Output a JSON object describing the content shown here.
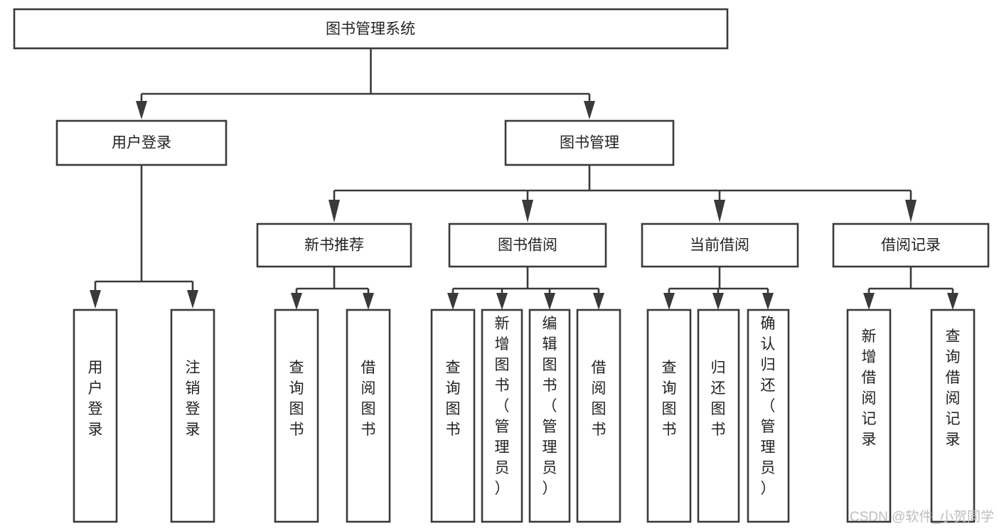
{
  "diagram": {
    "type": "tree-hierarchy",
    "title": "图书管理系统",
    "orientation": "top-down",
    "colors": {
      "box_stroke": "#3a3a3a",
      "box_fill": "#ffffff",
      "connector": "#3a3a3a",
      "text": "#222222",
      "watermark": "#bdbdbd",
      "background": "#ffffff"
    },
    "levels": [
      {
        "level": 1,
        "nodes": [
          {
            "id": "root",
            "label": "图书管理系统",
            "orientation": "horizontal"
          }
        ]
      },
      {
        "level": 2,
        "nodes": [
          {
            "id": "login",
            "label": "用户登录",
            "orientation": "horizontal",
            "parent": "root"
          },
          {
            "id": "bookmgmt",
            "label": "图书管理",
            "orientation": "horizontal",
            "parent": "root"
          }
        ]
      },
      {
        "level": 3,
        "nodes": [
          {
            "id": "newbook",
            "label": "新书推荐",
            "orientation": "horizontal",
            "parent": "bookmgmt"
          },
          {
            "id": "borrow",
            "label": "图书借阅",
            "orientation": "horizontal",
            "parent": "bookmgmt"
          },
          {
            "id": "current",
            "label": "当前借阅",
            "orientation": "horizontal",
            "parent": "bookmgmt"
          },
          {
            "id": "records",
            "label": "借阅记录",
            "orientation": "horizontal",
            "parent": "bookmgmt"
          }
        ]
      },
      {
        "level": 4,
        "nodes": [
          {
            "id": "leaf1",
            "label": "用户登录",
            "orientation": "vertical",
            "parent": "login"
          },
          {
            "id": "leaf2",
            "label": "注销登录",
            "orientation": "vertical",
            "parent": "login"
          },
          {
            "id": "leaf3",
            "label": "查询图书",
            "orientation": "vertical",
            "parent": "newbook"
          },
          {
            "id": "leaf4",
            "label": "借阅图书",
            "orientation": "vertical",
            "parent": "newbook"
          },
          {
            "id": "leaf5",
            "label": "查询图书",
            "orientation": "vertical",
            "parent": "borrow"
          },
          {
            "id": "leaf6",
            "label": "新增图书（管理员）",
            "orientation": "vertical",
            "parent": "borrow"
          },
          {
            "id": "leaf7",
            "label": "编辑图书（管理员）",
            "orientation": "vertical",
            "parent": "borrow"
          },
          {
            "id": "leaf8",
            "label": "借阅图书",
            "orientation": "vertical",
            "parent": "borrow"
          },
          {
            "id": "leaf9",
            "label": "查询图书",
            "orientation": "vertical",
            "parent": "current"
          },
          {
            "id": "leaf10",
            "label": "归还图书",
            "orientation": "vertical",
            "parent": "current"
          },
          {
            "id": "leaf11",
            "label": "确认归还（管理员）",
            "orientation": "vertical",
            "parent": "current"
          },
          {
            "id": "leaf12",
            "label": "新增借阅记录",
            "orientation": "vertical",
            "parent": "records"
          },
          {
            "id": "leaf13",
            "label": "查询借阅记录",
            "orientation": "vertical",
            "parent": "records"
          }
        ]
      }
    ]
  },
  "watermark": {
    "text": "CSDN @软件_小贺同学"
  }
}
